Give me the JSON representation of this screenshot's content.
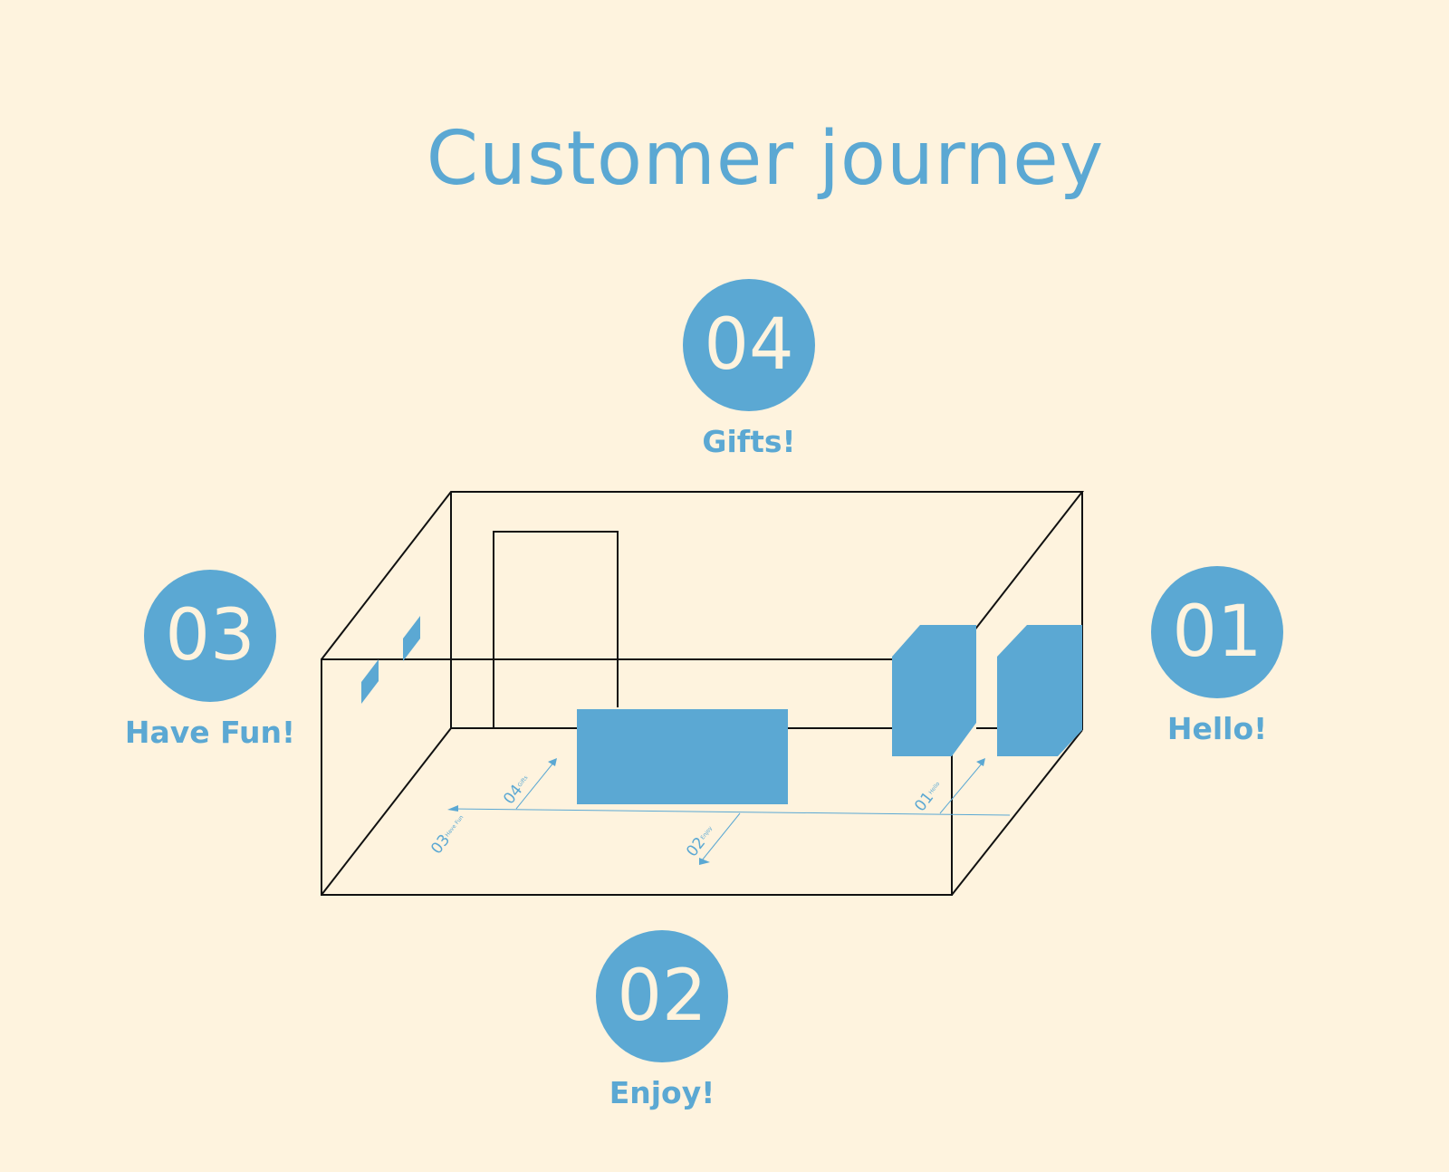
{
  "title": "Customer journey",
  "accent_color": "#5ba8d3",
  "background_color": "#fef3de",
  "steps": {
    "s04": {
      "number": "04",
      "label": "Gifts!"
    },
    "s03": {
      "number": "03",
      "label": "Have Fun!"
    },
    "s01": {
      "number": "01",
      "label": "Hello!"
    },
    "s02": {
      "number": "02",
      "label": "Enjoy!"
    }
  },
  "floor_markers": {
    "m01": {
      "number": "01",
      "caption": "Hello"
    },
    "m02": {
      "number": "02",
      "caption": "Enjoy"
    },
    "m03": {
      "number": "03",
      "caption": "Have Fun"
    },
    "m04": {
      "number": "04",
      "caption": "Gifts"
    }
  }
}
